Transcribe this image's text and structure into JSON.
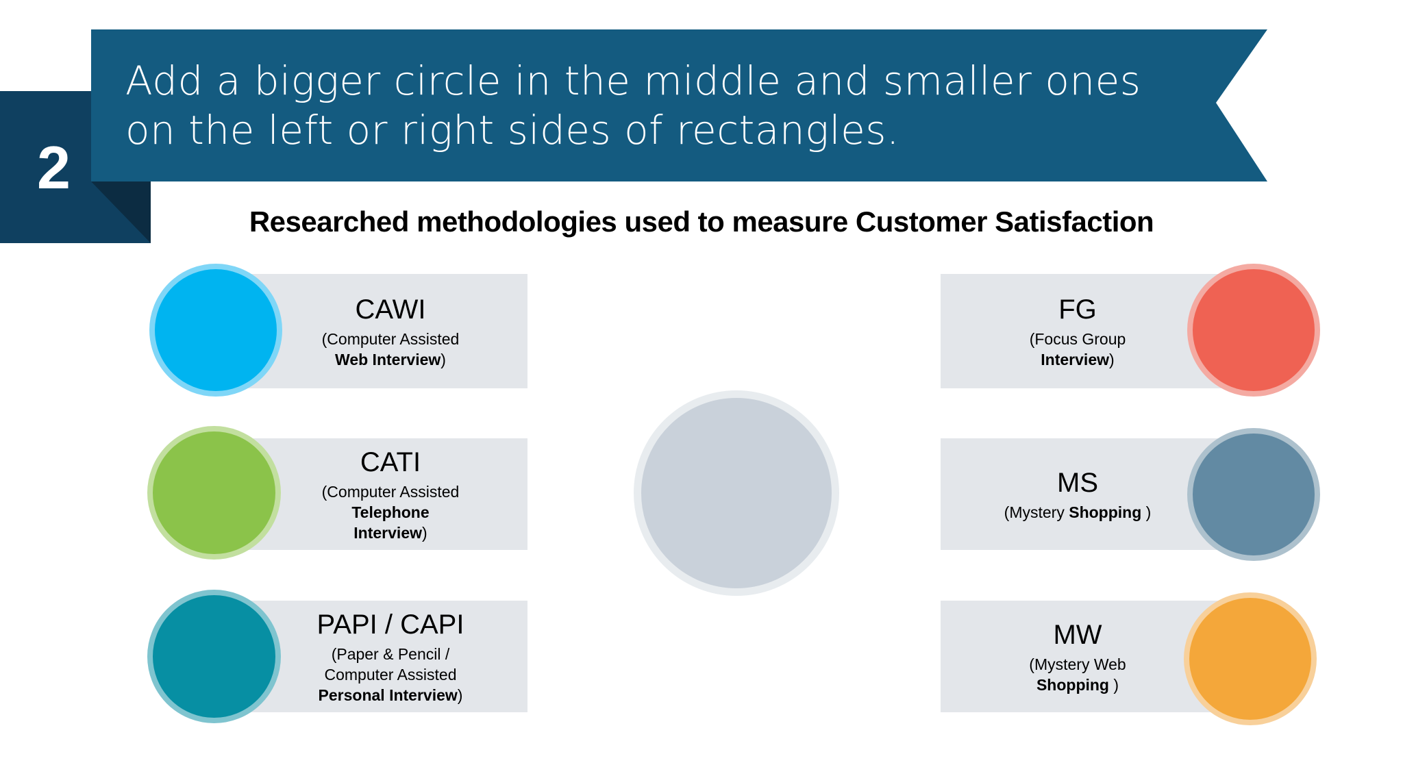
{
  "banner": {
    "step_number": "2",
    "title_line1": "Add a bigger circle in the middle and smaller ones",
    "title_line2": "on the left or right sides of rectangles.",
    "color": "#145b80",
    "dark_color": "#0f4060"
  },
  "subtitle": "Researched methodologies used to measure Customer Satisfaction",
  "center_circle": {
    "color": "#c9d1da",
    "ring_color": "#e8ecef"
  },
  "left_items": [
    {
      "abbr": "CAWI",
      "desc_regular": "(Computer Assisted",
      "desc_bold": "Web Interview",
      "desc_tail": ")",
      "color": "#00b4f0",
      "ring": "#7fd6f7"
    },
    {
      "abbr": "CATI",
      "desc_regular": "(Computer Assisted",
      "desc_bold": "Telephone Interview",
      "desc_tail": ")",
      "color": "#8bc34a",
      "ring": "#c2df9f"
    },
    {
      "abbr": "PAPI / CAPI",
      "desc_regular": "(Paper & Pencil / Computer Assisted",
      "desc_bold": "Personal Interview",
      "desc_tail": ")",
      "color": "#078fa3",
      "ring": "#7fc4cf"
    }
  ],
  "right_items": [
    {
      "abbr": "FG",
      "desc_regular": "(Focus Group",
      "desc_bold": "Interview",
      "desc_tail": ")",
      "color": "#ef6253",
      "ring": "#f4aaa2"
    },
    {
      "abbr": "MS",
      "desc_regular": "(Mystery",
      "desc_bold": "Shopping",
      "desc_tail": " )",
      "color": "#628aa3",
      "ring": "#adc1cd"
    },
    {
      "abbr": "MW",
      "desc_regular": "(Mystery Web",
      "desc_bold": "Shopping",
      "desc_tail": " )",
      "color": "#f4a73a",
      "ring": "#f8d09a"
    }
  ]
}
